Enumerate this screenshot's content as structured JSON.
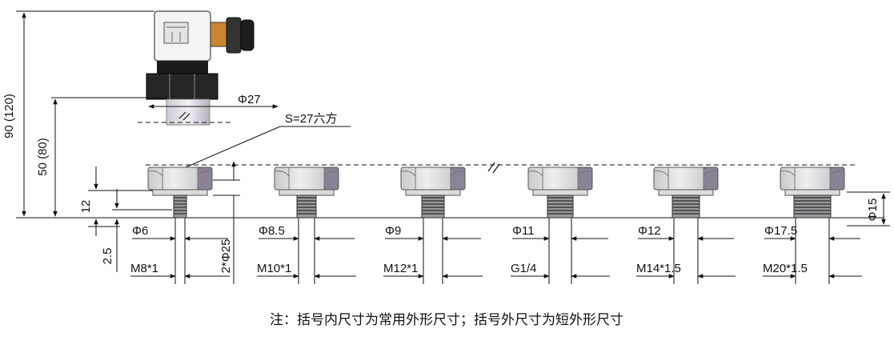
{
  "dimensions": {
    "overall_height": "90 (120)",
    "body_height": "50 (80)",
    "body_diameter": "Φ27",
    "hex_size": "S=27六方",
    "hex_height": "12",
    "thread_offset": "2.5",
    "collar_diameter": "2*Φ25",
    "right_diameter": "Φ15"
  },
  "fittings": [
    {
      "diameter": "Φ6",
      "thread": "M8*1"
    },
    {
      "diameter": "Φ8.5",
      "thread": "M10*1"
    },
    {
      "diameter": "Φ9",
      "thread": "M12*1"
    },
    {
      "diameter": "Φ11",
      "thread": "G1/4"
    },
    {
      "diameter": "Φ12",
      "thread": "M14*1.5"
    },
    {
      "diameter": "Φ17.5",
      "thread": "M20*1.5"
    }
  ],
  "note": "注：括号内尺寸为常用外形尺寸；括号外尺寸为短外形尺寸"
}
